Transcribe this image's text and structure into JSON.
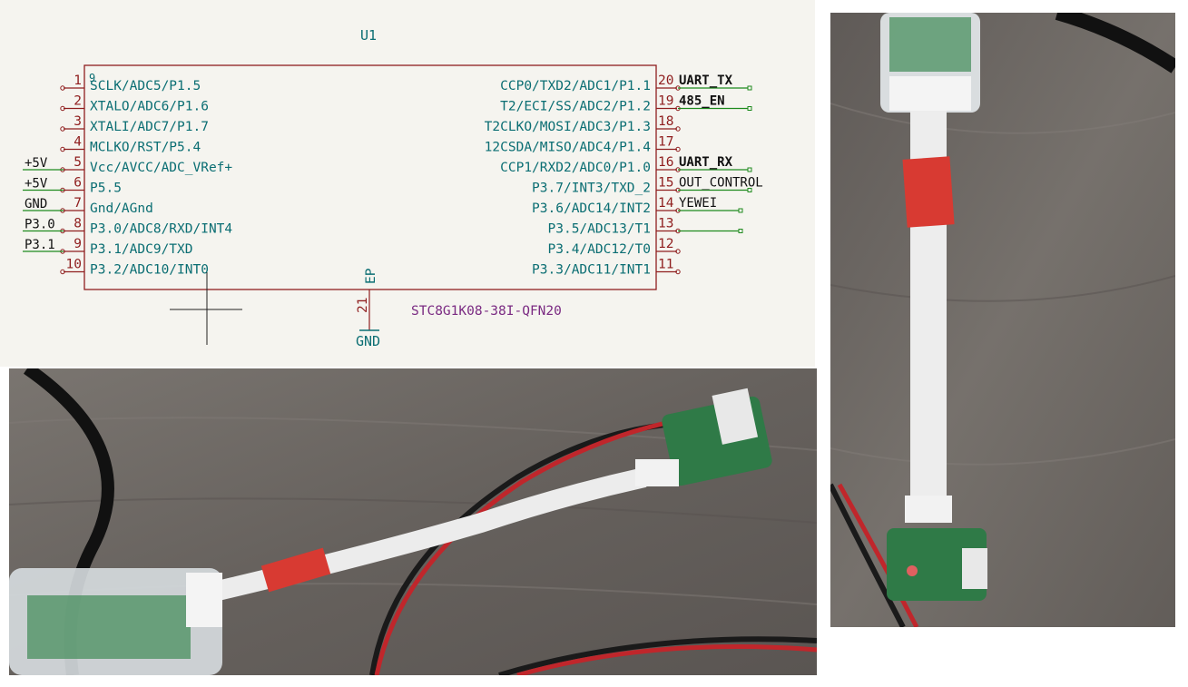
{
  "schematic": {
    "ref": "U1",
    "value": "STC8G1K08-38I-QFN20",
    "power_label": "GND",
    "left_pins": [
      {
        "num": "1",
        "name": "SCLK/ADC5/P1.5",
        "net": ""
      },
      {
        "num": "2",
        "name": "XTALO/ADC6/P1.6",
        "net": ""
      },
      {
        "num": "3",
        "name": "XTALI/ADC7/P1.7",
        "net": ""
      },
      {
        "num": "4",
        "name": "MCLKO/RST/P5.4",
        "net": ""
      },
      {
        "num": "5",
        "name": "Vcc/AVCC/ADC_VRef+",
        "net": "+5V"
      },
      {
        "num": "6",
        "name": "P5.5",
        "net": "+5V"
      },
      {
        "num": "7",
        "name": "Gnd/AGnd",
        "net": "GND"
      },
      {
        "num": "8",
        "name": "P3.0/ADC8/RXD/INT4",
        "net": "P3.0"
      },
      {
        "num": "9",
        "name": "P3.1/ADC9/TXD",
        "net": "P3.1"
      },
      {
        "num": "10",
        "name": "P3.2/ADC10/INT0",
        "net": ""
      }
    ],
    "right_pins": [
      {
        "num": "20",
        "name": "CCP0/TXD2/ADC1/P1.1",
        "net": "UART_TX",
        "bold": true
      },
      {
        "num": "19",
        "name": "T2/ECI/SS/ADC2/P1.2",
        "net": "485_EN",
        "bold": true
      },
      {
        "num": "18",
        "name": "T2CLKO/MOSI/ADC3/P1.3",
        "net": "",
        "bold": false
      },
      {
        "num": "17",
        "name": "12CSDA/MISO/ADC4/P1.4",
        "net": "",
        "bold": false
      },
      {
        "num": "16",
        "name": "CCP1/RXD2/ADC0/P1.0",
        "net": "UART_RX",
        "bold": true
      },
      {
        "num": "15",
        "name": "P3.7/INT3/TXD_2",
        "net": "OUT_CONTROL",
        "bold": false
      },
      {
        "num": "14",
        "name": "P3.6/ADC14/INT2",
        "net": "YEWEI",
        "bold": false
      },
      {
        "num": "13",
        "name": "P3.5/ADC13/T1",
        "net": "",
        "bold": false
      },
      {
        "num": "12",
        "name": "P3.4/ADC12/T0",
        "net": "",
        "bold": false
      },
      {
        "num": "11",
        "name": "P3.3/ADC11/INT1",
        "net": "",
        "bold": false
      }
    ],
    "bottom_pin": {
      "num": "21",
      "name": "EP"
    },
    "pin1_marker": "9",
    "colors": {
      "body": "#8f1e1e",
      "pin_text": "#0b6e73",
      "pin_number": "#8f1e1e",
      "wire": "#1e8a1e",
      "value_text": "#7a2a82",
      "background": "#f5f4ef"
    }
  },
  "photos": {
    "bottom": {
      "description_icon": "photo-usb-adapter-cable-board-icon"
    },
    "right": {
      "description_icon": "photo-cable-board-vertical-icon"
    }
  }
}
